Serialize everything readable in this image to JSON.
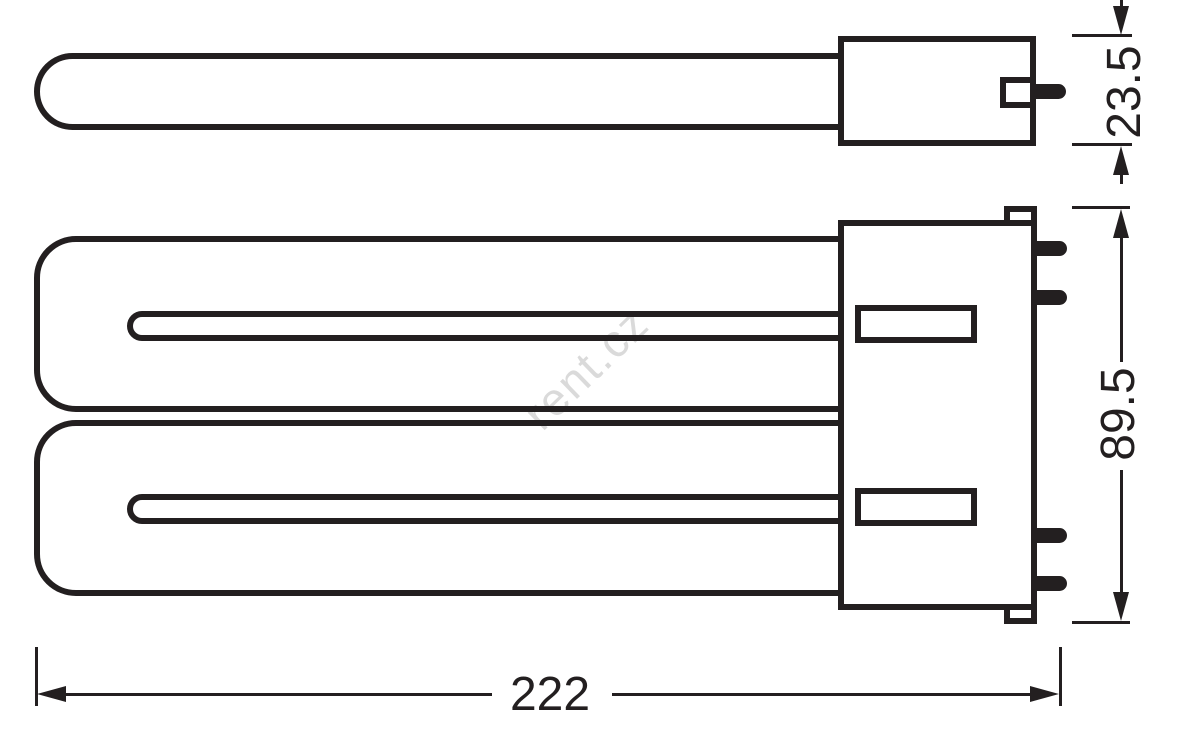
{
  "diagram": {
    "kind": "technical-dimension-drawing",
    "subject": "compact fluorescent lamp, side view and front view",
    "colors": {
      "line": "#231f20",
      "watermark": "#dadada",
      "background": "#ffffff"
    }
  },
  "watermark": {
    "text": "rent.cz"
  },
  "dims": {
    "base_height": {
      "label": "23.5",
      "orientation": "vertical",
      "applies_to": "side-view base height"
    },
    "lamp_height": {
      "label": "89.5",
      "orientation": "vertical",
      "applies_to": "front-view overall height"
    },
    "overall_length": {
      "label": "222",
      "orientation": "horizontal",
      "applies_to": "overall length including pins"
    }
  }
}
